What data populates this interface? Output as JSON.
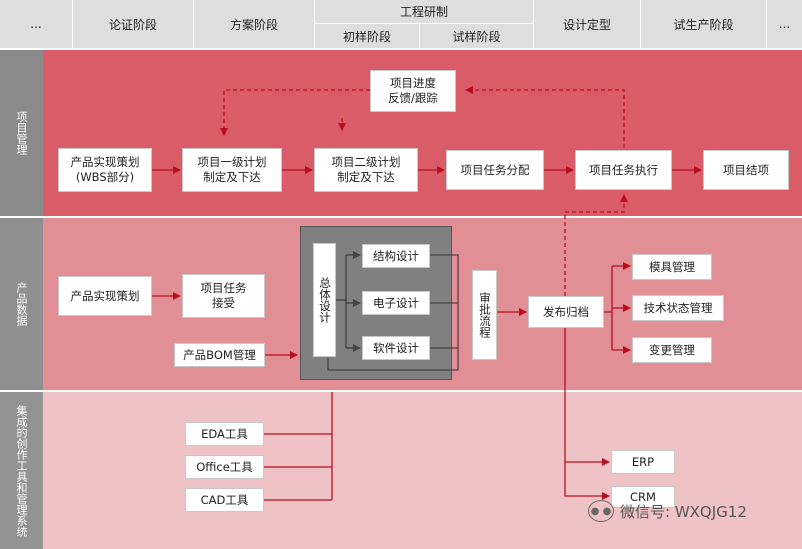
{
  "header": {
    "ellipsis_left": "...",
    "stage1": "论证阶段",
    "stage2": "方案阶段",
    "stage3": "工程研制",
    "stage3a": "初样阶段",
    "stage3b": "试样阶段",
    "stage4": "设计定型",
    "stage5": "试生产阶段",
    "ellipsis_right": "..."
  },
  "sections": {
    "project_mgmt": "项目管理",
    "product_data": "产品数据",
    "tools": "集成的创作工具和管理系统"
  },
  "pm": {
    "feedback": "项目进度\n反馈/跟踪",
    "planning": "产品实现策划\n(WBS部分)",
    "plan1": "项目一级计划\n制定及下达",
    "plan2": "项目二级计划\n制定及下达",
    "assign": "项目任务分配",
    "execute": "项目任务执行",
    "close": "项目结项"
  },
  "pd": {
    "planning": "产品实现策划",
    "task_receive": "项目任务\n接受",
    "bom": "产品BOM管理",
    "overall_design": "总体设计",
    "structural": "结构设计",
    "electronic": "电子设计",
    "software": "软件设计",
    "approval": "审批流程",
    "release": "发布归档",
    "mold": "模具管理",
    "tech_status": "技术状态管理",
    "change": "变更管理"
  },
  "tools": {
    "eda": "EDA工具",
    "office": "Office工具",
    "cad": "CAD工具",
    "erp": "ERP",
    "crm": "CRM"
  },
  "watermark": {
    "text": "微信号: WXQJG12"
  },
  "colors": {
    "band_pm": "#d95c68",
    "band_pd": "#e28e95",
    "band_tools": "#efc2c5",
    "side_bg": "#8a8a8a",
    "arrow": "#b80f1f",
    "design_group": "#808080"
  }
}
